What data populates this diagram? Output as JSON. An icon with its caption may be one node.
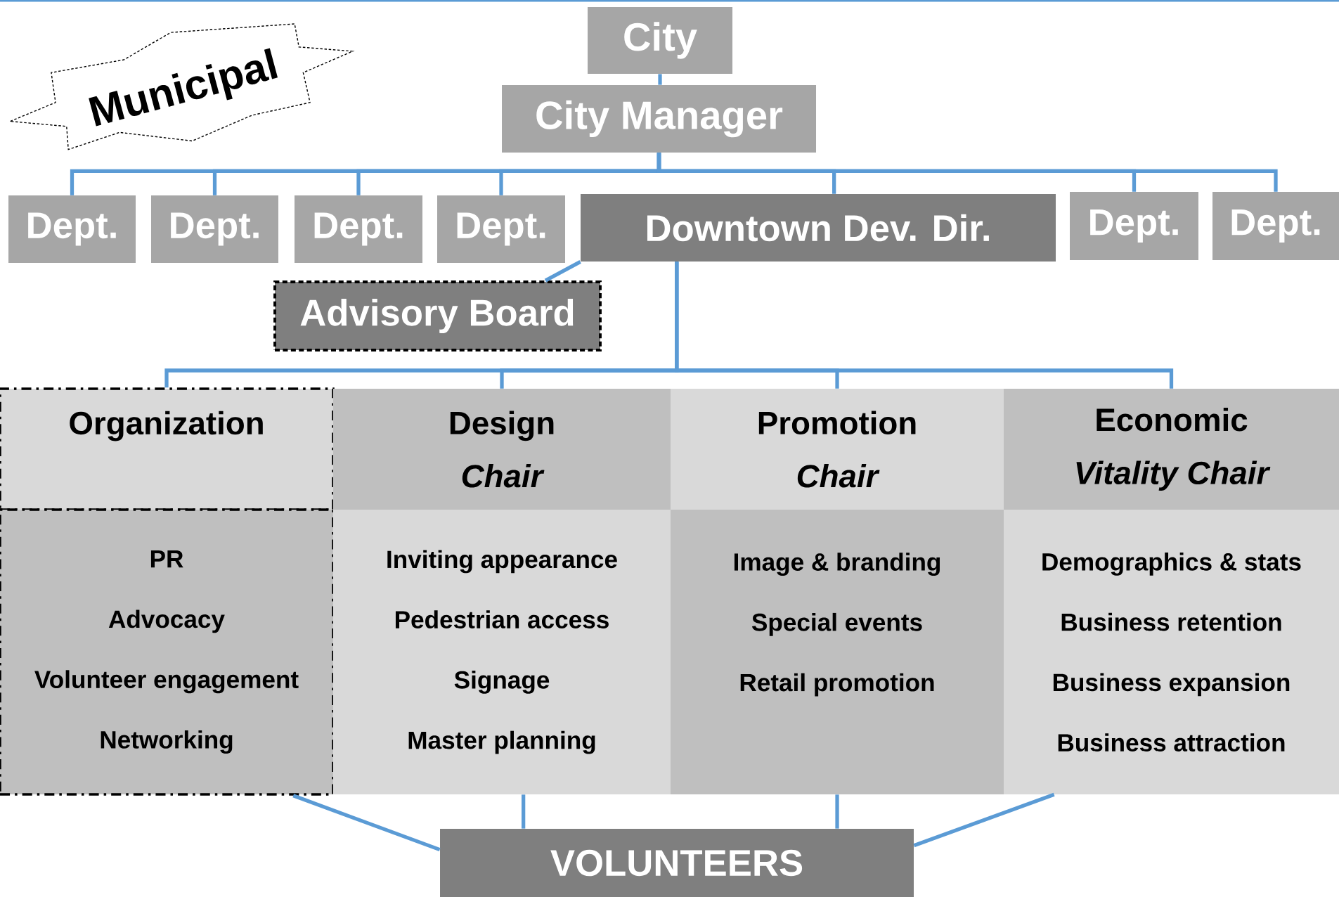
{
  "diagram": {
    "nodes": [
      {
        "text": [
          "Municipal"
        ]
      },
      {
        "text": [
          "City"
        ]
      },
      {
        "text": [
          "City Manager"
        ]
      },
      {
        "text": [
          "Dept."
        ]
      },
      {
        "text": [
          "Dept."
        ]
      },
      {
        "text": [
          "Dept."
        ]
      },
      {
        "text": [
          "Dept."
        ]
      },
      {
        "text": [
          "Downtown Dev. Dir."
        ]
      },
      {
        "text": [
          "Dept."
        ]
      },
      {
        "text": [
          "Dept."
        ]
      },
      {
        "text": [
          "Advisory Board"
        ]
      },
      {
        "text": [
          "Organization"
        ]
      },
      {
        "text": [
          "PR",
          "Advocacy",
          "Volunteer engagement",
          "Networking"
        ]
      },
      {
        "text": [
          "Design",
          "Chair"
        ]
      },
      {
        "text": [
          "Inviting appearance",
          "Pedestrian access",
          "Signage",
          "Master planning"
        ]
      },
      {
        "text": [
          "Promotion",
          "Chair"
        ]
      },
      {
        "text": [
          "Image & branding",
          "Special events",
          "Retail promotion"
        ]
      },
      {
        "text": [
          "Economic",
          "Vitality Chair"
        ]
      },
      {
        "text": [
          "Demographics & stats",
          "Business retention",
          "Business expansion",
          "Business attraction"
        ]
      },
      {
        "text": [
          "VOLUNTEERS"
        ]
      }
    ],
    "edges": [
      {
        "from": 1,
        "to": 2,
        "arrow": "none"
      },
      {
        "from": 2,
        "to": 3,
        "arrow": "none"
      },
      {
        "from": 2,
        "to": 4,
        "arrow": "none"
      },
      {
        "from": 2,
        "to": 5,
        "arrow": "none"
      },
      {
        "from": 2,
        "to": 6,
        "arrow": "none"
      },
      {
        "from": 2,
        "to": 7,
        "arrow": "none"
      },
      {
        "from": 2,
        "to": 8,
        "arrow": "none"
      },
      {
        "from": 2,
        "to": 9,
        "arrow": "none"
      },
      {
        "from": 7,
        "to": 10,
        "arrow": "none"
      },
      {
        "from": 7,
        "to": 11,
        "arrow": "none"
      },
      {
        "from": 7,
        "to": 13,
        "arrow": "none"
      },
      {
        "from": 7,
        "to": 15,
        "arrow": "none"
      },
      {
        "from": 7,
        "to": 17,
        "arrow": "none"
      },
      {
        "from": 12,
        "to": 19,
        "arrow": "none"
      },
      {
        "from": 14,
        "to": 19,
        "arrow": "none"
      },
      {
        "from": 16,
        "to": 19,
        "arrow": "none"
      },
      {
        "from": 18,
        "to": 19,
        "arrow": "none"
      }
    ]
  }
}
